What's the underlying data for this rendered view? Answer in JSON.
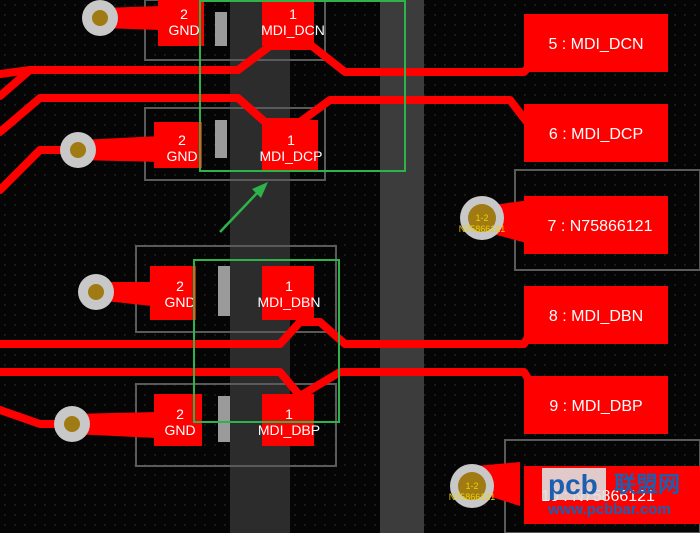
{
  "colors": {
    "background": "#050505",
    "copper": "#ff0000",
    "keepout_gray": "#3c3c3c",
    "pad_outline": "#5a5a5a",
    "via_ring": "#c8c8c8",
    "via_hole": "#a07a12",
    "highlight_box": "#2db34a",
    "arrow": "#2db34a"
  },
  "components": [
    {
      "pin": "2",
      "net": "GND"
    },
    {
      "pin": "1",
      "net": "MDI_DCN"
    },
    {
      "pin": "2",
      "net": "GND"
    },
    {
      "pin": "1",
      "net": "MDI_DCP"
    },
    {
      "pin": "2",
      "net": "GND"
    },
    {
      "pin": "1",
      "net": "MDI_DBN"
    },
    {
      "pin": "2",
      "net": "GND"
    },
    {
      "pin": "1",
      "net": "MDI_DBP"
    }
  ],
  "connector_pads": [
    {
      "label": "5 : MDI_DCN"
    },
    {
      "label": "6 : MDI_DCP"
    },
    {
      "label": "7 : N75866121"
    },
    {
      "label": "8 : MDI_DBN"
    },
    {
      "label": "9 : MDI_DBP"
    },
    {
      "label": "10 : N75866121"
    }
  ],
  "vias": [
    {
      "layer": "1-2",
      "net": "N75866121"
    },
    {
      "layer": "1-2",
      "net": "N75866121"
    }
  ],
  "watermark": {
    "brand": "pcb",
    "cn": "联盟网",
    "url": "www.pcbbar.com"
  }
}
